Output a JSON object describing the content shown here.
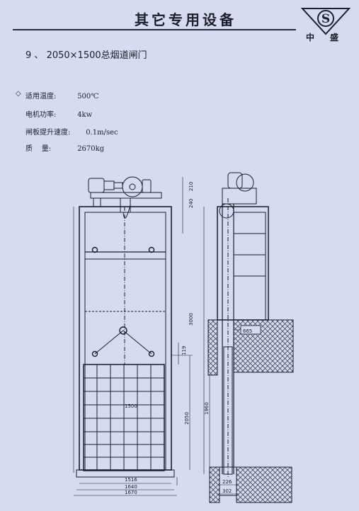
{
  "header": {
    "title": "其它专用设备",
    "logo_letter": "S",
    "logo_text": "中盛"
  },
  "heading": {
    "number": "9",
    "separator": "、",
    "title": "2050×1500总烟道闸门"
  },
  "specs": [
    {
      "label": "适用温度:",
      "value": "500℃"
    },
    {
      "label": "电机功率:",
      "value": "4kw"
    },
    {
      "label": "闸板提升速度:",
      "value": "0.1m/sec"
    },
    {
      "label": "质    量:",
      "value": "2670kg"
    }
  ],
  "dimensions": {
    "d210": "210",
    "d240": "240",
    "d3000": "3000",
    "d119": "119",
    "d2050": "2050",
    "d1500": "1500",
    "d1516": "1516",
    "d1640": "1640",
    "d1670": "1670",
    "d665": "665",
    "d1960": "1960",
    "d226": "226",
    "d302": "302"
  },
  "colors": {
    "background": "#d6dcf0",
    "ink": "#1b1d2a",
    "hatch": "#2b2d3c"
  }
}
